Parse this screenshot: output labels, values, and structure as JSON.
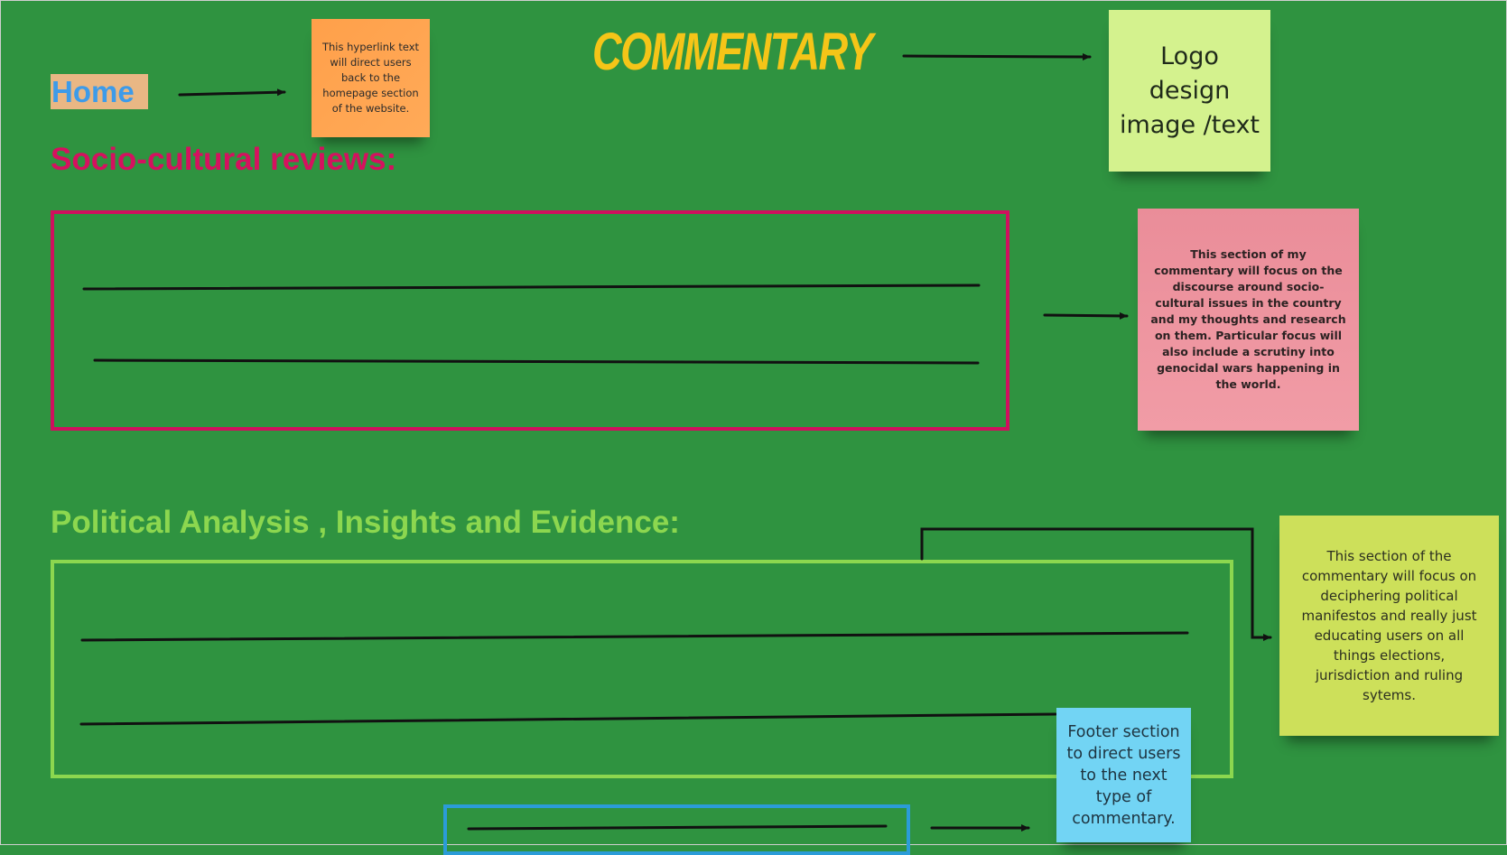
{
  "header": {
    "title": "COMMENTARY",
    "home_link": "Home"
  },
  "sticky_notes": {
    "home_note": "This hyperlink text will direct users back to the homepage section of the website.",
    "logo_note": "Logo\ndesign\nimage /text",
    "socio_note": "This section of my commentary will focus on the discourse around socio-cultural issues in the country and my thoughts and research on them. Particular focus will also include a scrutiny into genocidal wars happening  in the world.",
    "political_note": "This section of the commentary will focus on deciphering political manifestos and really just educating users on all things elections, jurisdiction and ruling sytems.",
    "footer_note": "Footer section to direct users to the next type of commentary."
  },
  "sections": [
    {
      "heading": "Socio-cultural reviews:",
      "border_color": "#d0105e",
      "placeholder_lines": 2
    },
    {
      "heading": "Political  Analysis , Insights and Evidence:",
      "border_color": "#8cd74f",
      "placeholder_lines": 2
    }
  ],
  "footer": {
    "border_color": "#2b9cd8",
    "placeholder_lines": 1
  },
  "colors": {
    "background": "#2f9340",
    "title": "#f5c518",
    "home_text": "#3d9be9",
    "home_bg": "#e9b784",
    "orange_note": "#ffa04a",
    "logo_note": "#d4f28e",
    "pink_note": "#ee96a1",
    "lime_note": "#cde05a",
    "blue_note": "#72d4f4"
  }
}
